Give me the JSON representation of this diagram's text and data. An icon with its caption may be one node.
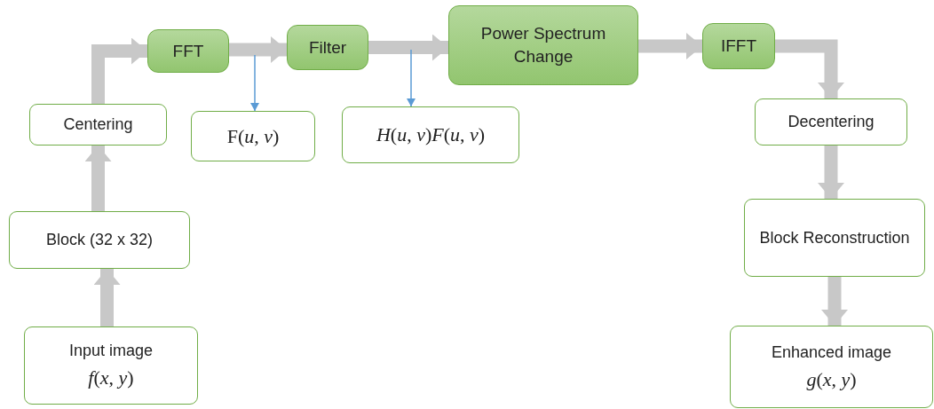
{
  "diagram": {
    "nodes": [
      {
        "text": [
          "Input image",
          "*f*(*x*, *y*)"
        ]
      },
      {
        "text": [
          "Block (32 x 32)"
        ]
      },
      {
        "text": [
          "Centering"
        ]
      },
      {
        "text": [
          "FFT"
        ]
      },
      {
        "text": [
          "F(*u*, *v*)"
        ]
      },
      {
        "text": [
          "Filter"
        ]
      },
      {
        "text": [
          "*H*(*u*, *v*)*F*(*u*, *v*)"
        ]
      },
      {
        "text": [
          "Power Spectrum Change"
        ]
      },
      {
        "text": [
          "IFFT"
        ]
      },
      {
        "text": [
          "Decentering"
        ]
      },
      {
        "text": [
          "Block Reconstruction"
        ]
      },
      {
        "text": [
          "Enhanced image",
          "*g*(*x*, *y*)"
        ]
      }
    ],
    "edges": [
      {
        "from": 0,
        "to": 1,
        "arrow": "to"
      },
      {
        "from": 1,
        "to": 2,
        "arrow": "to"
      },
      {
        "from": 2,
        "to": 3,
        "arrow": "to"
      },
      {
        "from": 3,
        "to": 5,
        "arrow": "to"
      },
      {
        "from": 5,
        "to": 7,
        "arrow": "to"
      },
      {
        "from": 7,
        "to": 8,
        "arrow": "to"
      },
      {
        "from": 8,
        "to": 9,
        "arrow": "to"
      },
      {
        "from": 9,
        "to": 10,
        "arrow": "to"
      },
      {
        "from": 10,
        "to": 11,
        "arrow": "to"
      },
      {
        "from": null,
        "to": 4,
        "arrow": "to",
        "color": "#5b9bd5"
      },
      {
        "from": null,
        "to": 6,
        "arrow": "to",
        "color": "#5b9bd5"
      }
    ]
  }
}
